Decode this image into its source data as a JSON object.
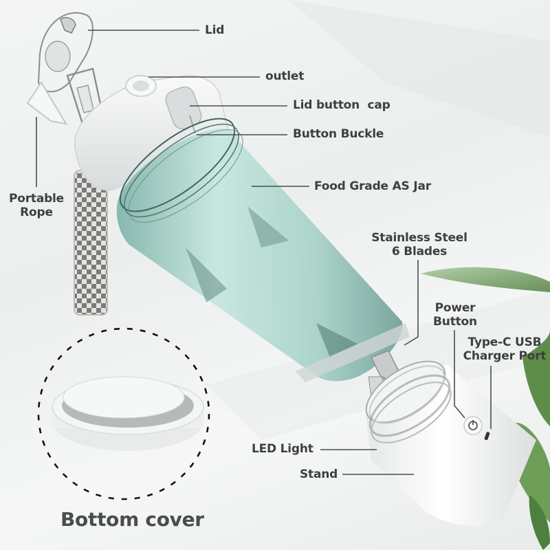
{
  "diagram": {
    "subject": "Portable blender exploded view",
    "accent_colors": {
      "jar": "#a9d2c9",
      "jar_dark": "#5e8a82",
      "body": "#f7f8f8",
      "label_text": "#3d3f40",
      "leaf": "#6f9a5c"
    },
    "callouts": [
      {
        "id": "lid",
        "label": "Lid"
      },
      {
        "id": "outlet",
        "label": "outlet"
      },
      {
        "id": "lid_button_cap",
        "label": "Lid button  cap"
      },
      {
        "id": "button_buckle",
        "label": "Button Buckle"
      },
      {
        "id": "portable_rope",
        "lines": [
          "Portable",
          "Rope"
        ]
      },
      {
        "id": "food_grade_jar",
        "label": "Food Grade AS Jar"
      },
      {
        "id": "blades",
        "lines": [
          "Stainless Steel",
          "6 Blades"
        ]
      },
      {
        "id": "power_button",
        "lines": [
          "Power",
          "Button"
        ]
      },
      {
        "id": "usb_port",
        "lines": [
          "Type-C USB",
          "Charger Port"
        ]
      },
      {
        "id": "led_light",
        "label": "LED Light"
      },
      {
        "id": "stand",
        "label": "Stand"
      }
    ],
    "inset": {
      "title": "Bottom cover"
    }
  }
}
